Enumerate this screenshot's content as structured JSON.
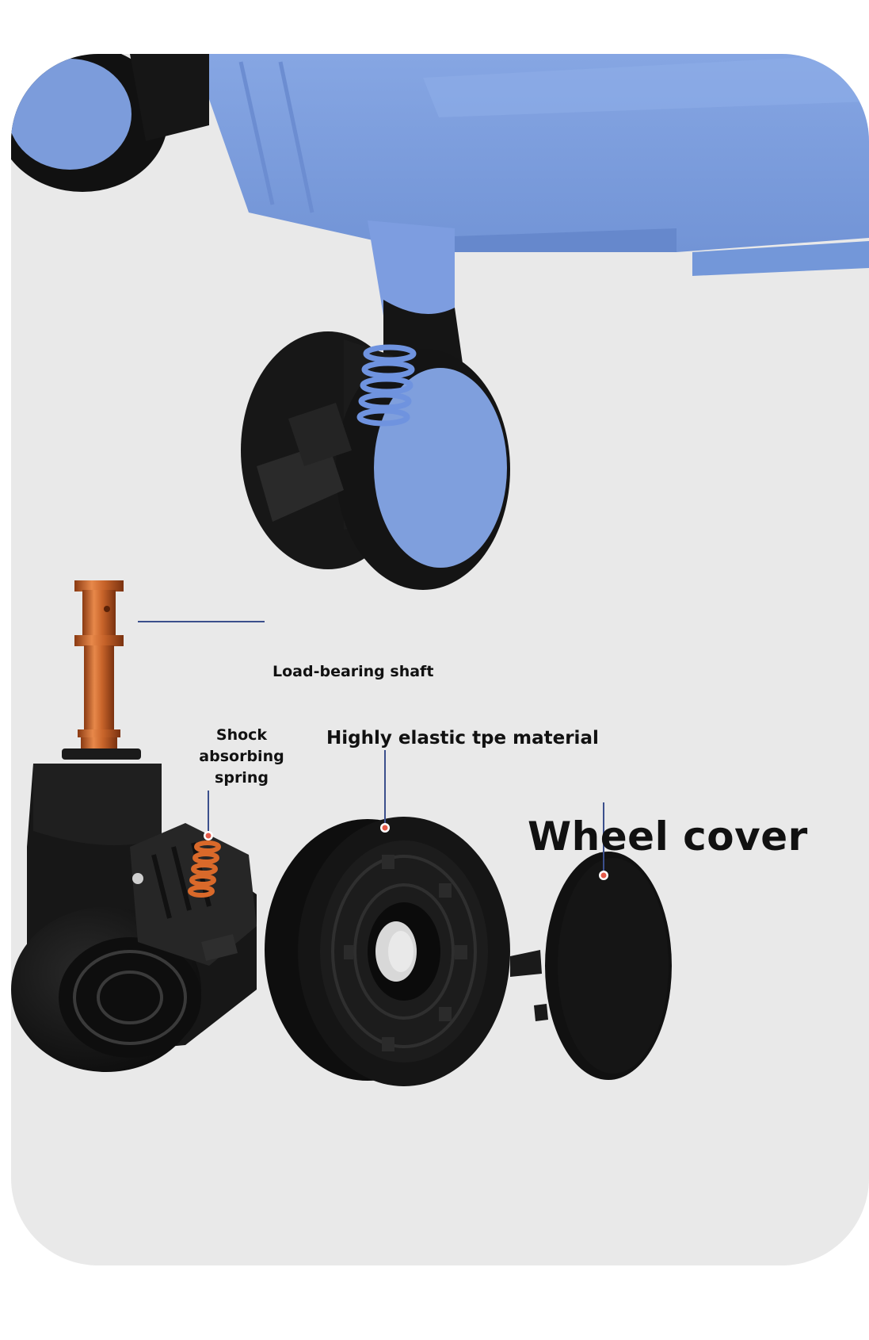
{
  "labels": {
    "load_bearing_shaft": "Load-bearing shaft",
    "shock_absorbing_spring": "Shock absorbing spring",
    "tpe_material": "Highly elastic tpe material",
    "wheel_cover": "Wheel cover"
  },
  "colors": {
    "background": "#e9e9e9",
    "luggage_blue": "#7f9fdd",
    "wheel_black": "#141414",
    "shaft_copper": "#c8642a",
    "leader_line": "#3b4f8c",
    "marker_dot": "#e45a4a"
  }
}
